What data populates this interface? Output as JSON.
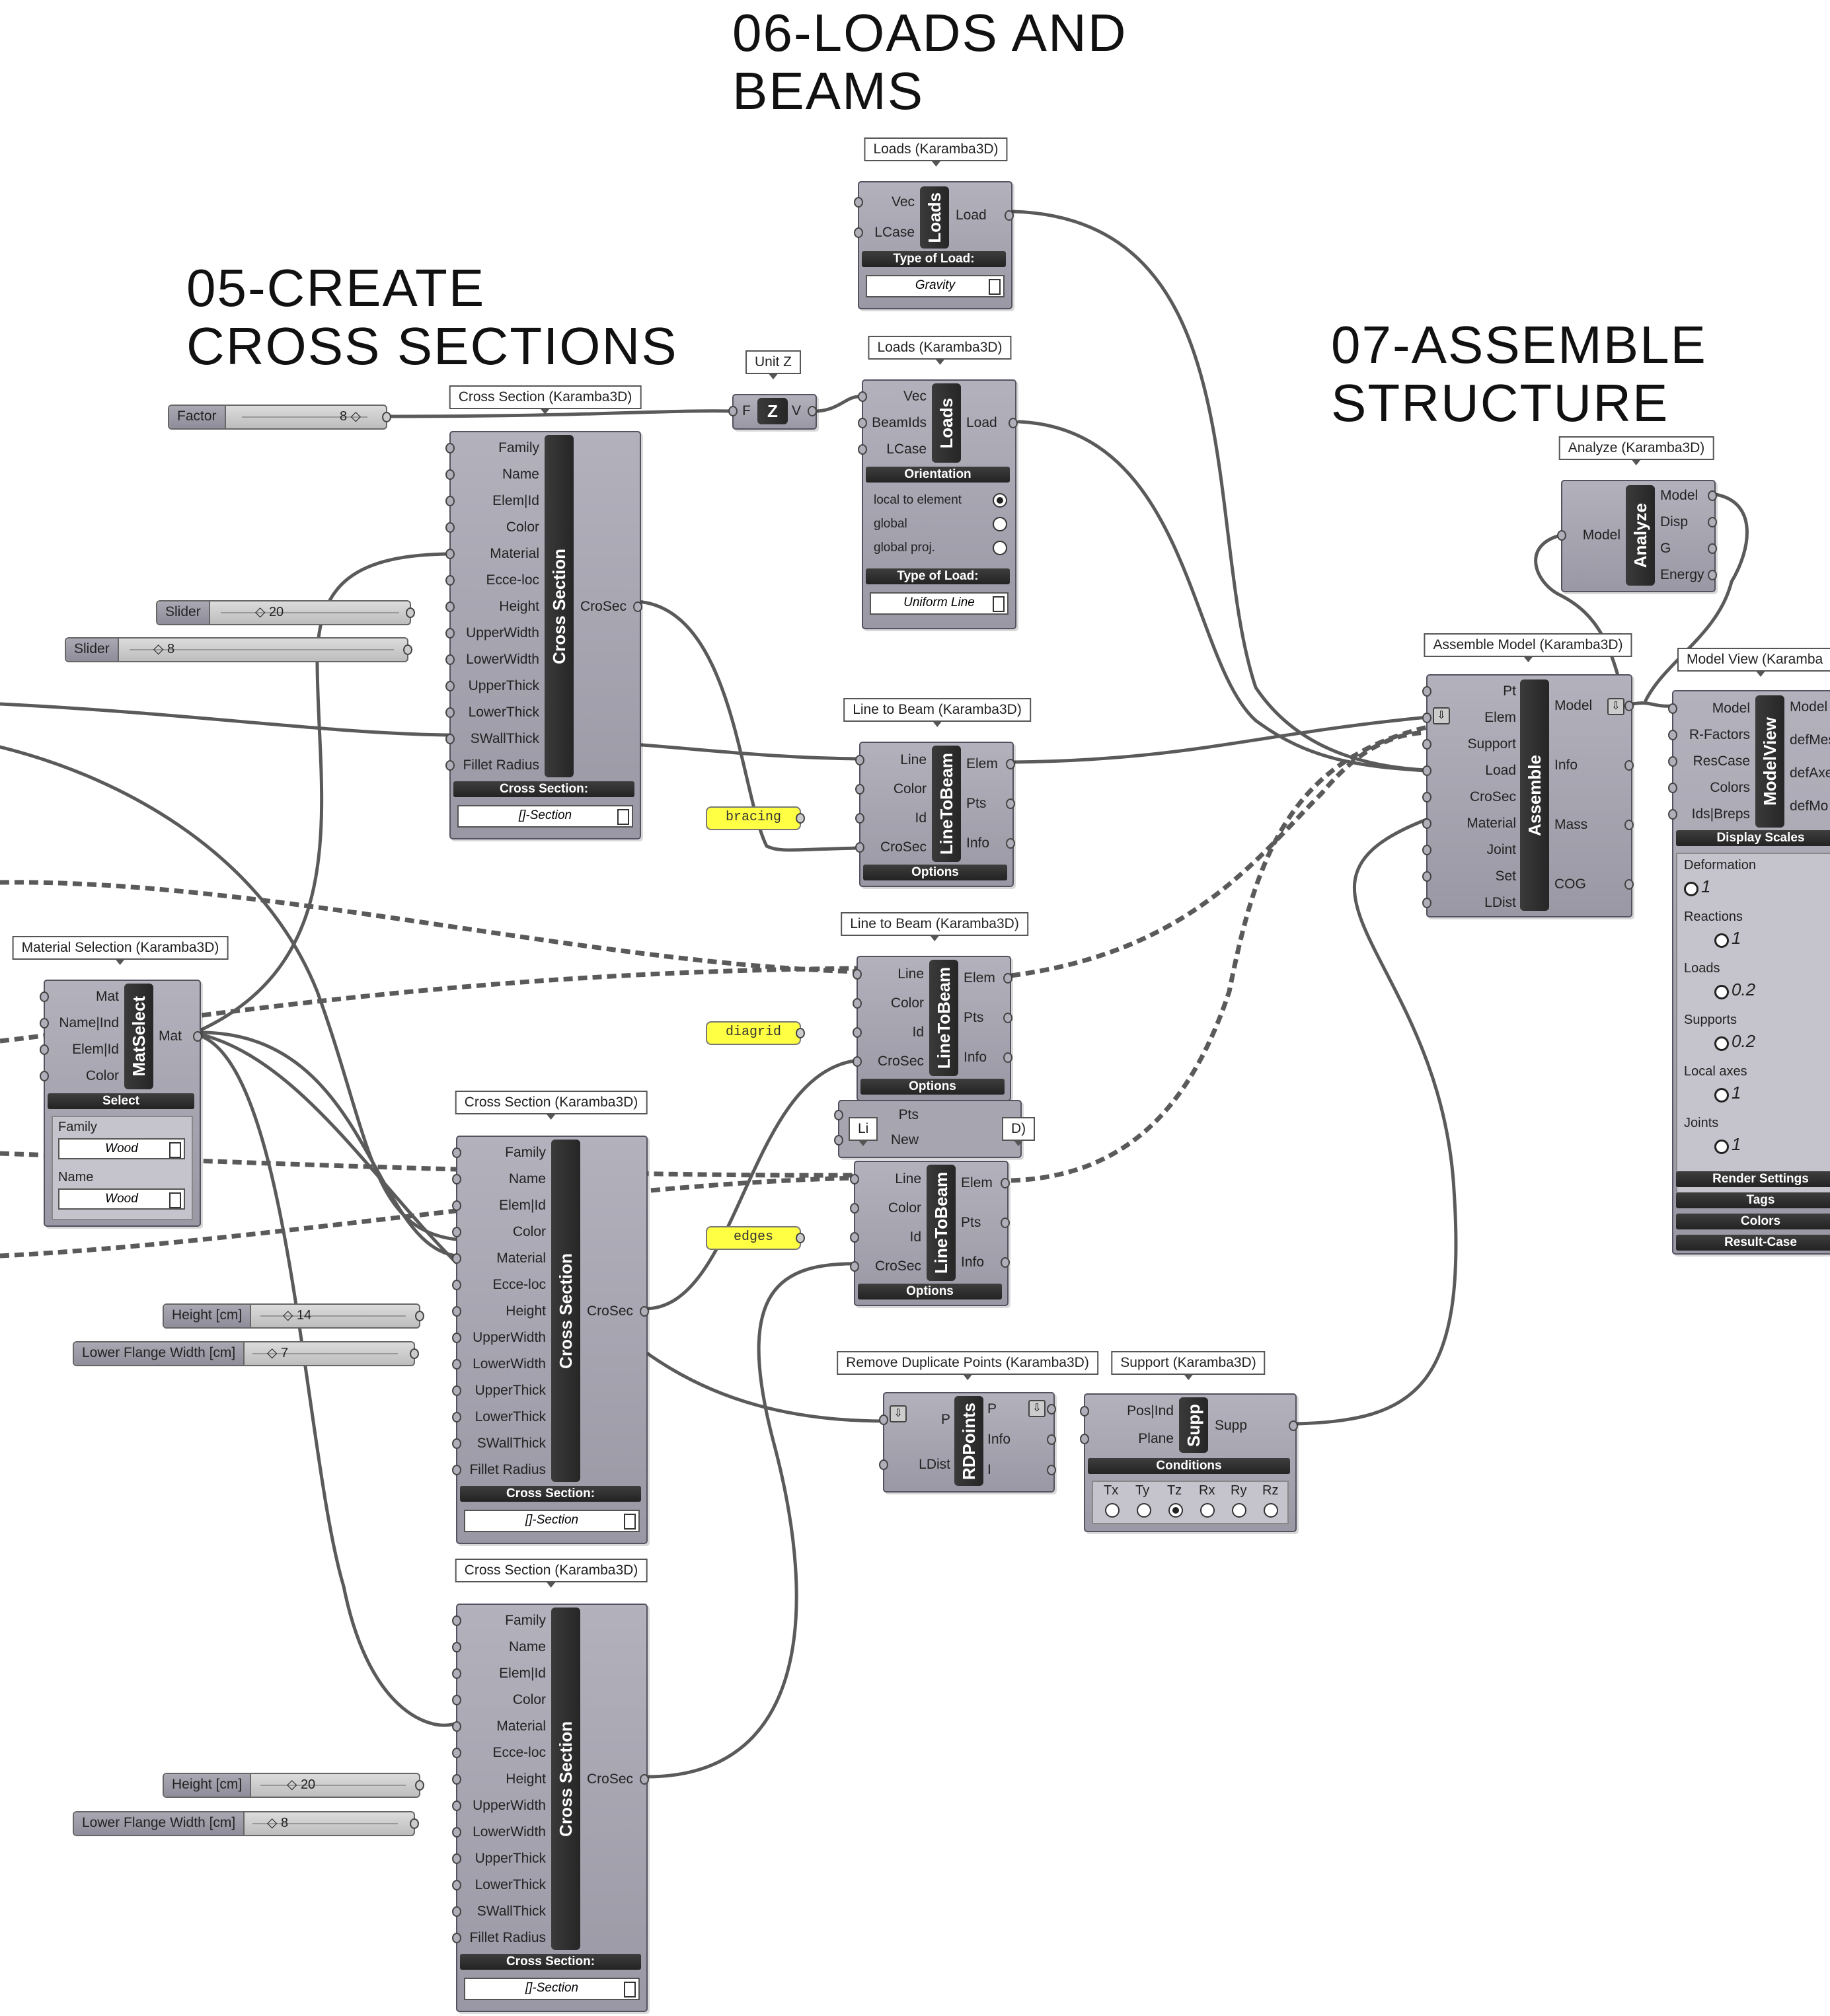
{
  "titles": {
    "sec05": [
      "05-CREATE",
      "CROSS SECTIONS"
    ],
    "sec06": [
      "06-LOADS AND",
      "BEAMS"
    ],
    "sec07": [
      "07-ASSEMBLE",
      "STRUCTURE"
    ]
  },
  "sliders": {
    "factor": {
      "label": "Factor",
      "value": "8"
    },
    "slider1": {
      "label": "Slider",
      "value": "20"
    },
    "slider2": {
      "label": "Slider",
      "value": "8"
    },
    "height1": {
      "label": "Height [cm]",
      "value": "14"
    },
    "flange1": {
      "label": "Lower Flange Width [cm]",
      "value": "7"
    },
    "height2": {
      "label": "Height [cm]",
      "value": "20"
    },
    "flange2": {
      "label": "Lower Flange Width [cm]",
      "value": "8"
    }
  },
  "panels": {
    "bracing": "bracing",
    "diagrid": "diagrid",
    "edges": "edges"
  },
  "cross_section": {
    "bubble": "Cross Section (Karamba3D)",
    "core": "Cross Section",
    "inputs": [
      "Family",
      "Name",
      "Elem|Id",
      "Color",
      "Material",
      "Ecce-loc",
      "Height",
      "UpperWidth",
      "LowerWidth",
      "UpperThick",
      "LowerThick",
      "SWallThick",
      "Fillet Radius"
    ],
    "output": "CroSec",
    "header": "Cross Section:",
    "value": "[]-Section"
  },
  "unitz": {
    "bubble": "Unit Z",
    "in": "F",
    "core": "Z",
    "out": "V"
  },
  "loads_gravity": {
    "bubble": "Loads (Karamba3D)",
    "core": "Loads",
    "inputs": [
      "Vec",
      "LCase"
    ],
    "output": "Load",
    "header": "Type of Load:",
    "value": "Gravity"
  },
  "loads_line": {
    "bubble": "Loads (Karamba3D)",
    "core": "Loads",
    "inputs": [
      "Vec",
      "BeamIds",
      "LCase"
    ],
    "output": "Load",
    "orientation_header": "Orientation",
    "options": [
      "local to element",
      "global",
      "global proj."
    ],
    "type_header": "Type of Load:",
    "value": "Uniform Line"
  },
  "linetobeam": {
    "bubble": "Line to Beam (Karamba3D)",
    "core": "LineToBeam",
    "inputs": [
      "Line",
      "Color",
      "Id",
      "CroSec"
    ],
    "outputs": [
      "Elem",
      "Pts",
      "Info"
    ],
    "header": "Options"
  },
  "ltb_partial": {
    "prefix": "Li",
    "suffix": "D)",
    "pins": [
      "Pts",
      "New"
    ]
  },
  "material": {
    "bubble": "Material Selection (Karamba3D)",
    "core": "MatSelect",
    "inputs": [
      "Mat",
      "Name|Ind",
      "Elem|Id",
      "Color"
    ],
    "output": "Mat",
    "header": "Select",
    "family_label": "Family",
    "family_value": "Wood",
    "name_label": "Name",
    "name_value": "Wood"
  },
  "rdpoints": {
    "bubble": "Remove Duplicate Points (Karamba3D)",
    "core": "RDPoints",
    "inputs": [
      "P",
      "LDist"
    ],
    "outputs": [
      "P",
      "Info",
      "I"
    ]
  },
  "support": {
    "bubble": "Support (Karamba3D)",
    "core": "Supp",
    "inputs": [
      "Pos|Ind",
      "Plane"
    ],
    "output": "Supp",
    "header": "Conditions",
    "dofs": [
      "Tx",
      "Ty",
      "Tz",
      "Rx",
      "Ry",
      "Rz"
    ]
  },
  "assemble": {
    "bubble": "Assemble Model (Karamba3D)",
    "core": "Assemble",
    "inputs": [
      "Pt",
      "Elem",
      "Support",
      "Load",
      "CroSec",
      "Material",
      "Joint",
      "Set",
      "LDist"
    ],
    "outputs": [
      "Model",
      "Info",
      "Mass",
      "COG"
    ]
  },
  "analyze": {
    "bubble": "Analyze (Karamba3D)",
    "core": "Analyze",
    "input": "Model",
    "outputs": [
      "Model",
      "Disp",
      "G",
      "Energy"
    ]
  },
  "modelview": {
    "bubble": "Model View (Karamba",
    "core": "ModelView",
    "inputs": [
      "Model",
      "R-Factors",
      "ResCase",
      "Colors",
      "Ids|Breps"
    ],
    "outputs": [
      "Model",
      "defMes",
      "defAxe",
      "defMo"
    ],
    "display_header": "Display Scales",
    "scales": [
      {
        "label": "Deformation",
        "value": "1"
      },
      {
        "label": "Reactions",
        "value": "1"
      },
      {
        "label": "Loads",
        "value": "0.2"
      },
      {
        "label": "Supports",
        "value": "0.2"
      },
      {
        "label": "Local axes",
        "value": "1"
      },
      {
        "label": "Joints",
        "value": "1"
      }
    ],
    "sections": [
      "Render Settings",
      "Tags",
      "Colors",
      "Result-Case"
    ]
  }
}
